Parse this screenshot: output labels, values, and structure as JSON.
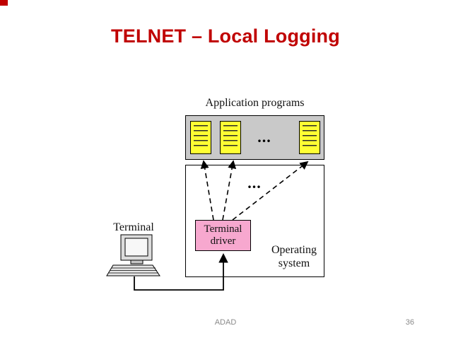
{
  "slide": {
    "title": "TELNET – Local Logging",
    "footer": {
      "center": "ADAD",
      "page": "36"
    }
  },
  "diagram": {
    "app_label": "Application programs",
    "dots": "...",
    "terminal_driver": "Terminal\ndriver",
    "operating_system": "Operating\nsystem",
    "terminal_label": "Terminal",
    "icons": {
      "documents": "application-program-document-icon",
      "computer": "terminal-computer-icon",
      "arrows": "dashed-arrow-up"
    },
    "colors": {
      "title_red": "#c00000",
      "document_yellow": "#ffff33",
      "driver_pink": "#f7a8cf",
      "app_box_gray": "#c9c9c9",
      "footer_gray": "#8a8a8a"
    }
  }
}
